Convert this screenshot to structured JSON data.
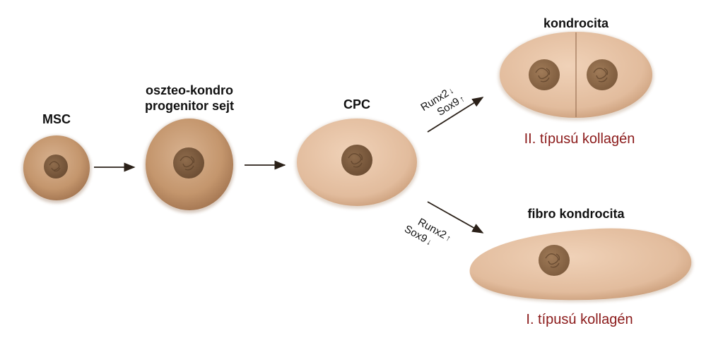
{
  "diagram": {
    "cells": {
      "msc": {
        "label": "MSC"
      },
      "progenitor": {
        "label_line1": "oszteo-kondro",
        "label_line2": "progenitor sejt"
      },
      "cpc": {
        "label": "CPC"
      },
      "chondrocyte": {
        "label": "kondrocita",
        "collagen": "II. típusú kollagén"
      },
      "fibrochondrocyte": {
        "label": "fibro kondrocita",
        "collagen": "I. típusú kollagén"
      }
    },
    "branches": {
      "upper": {
        "gene1": "Runx2",
        "gene1_change": "↓",
        "gene2": "Sox9",
        "gene2_change": "↑"
      },
      "lower": {
        "gene1": "Runx2",
        "gene1_change": "↑",
        "gene2": "Sox9",
        "gene2_change": "↓"
      }
    },
    "colors": {
      "collagen_text": "#8b1a1a",
      "cell_body": "#d4a883",
      "cell_edge": "#a87a55",
      "nucleus": "#7a5a3e",
      "arrow": "#2a2018"
    }
  }
}
